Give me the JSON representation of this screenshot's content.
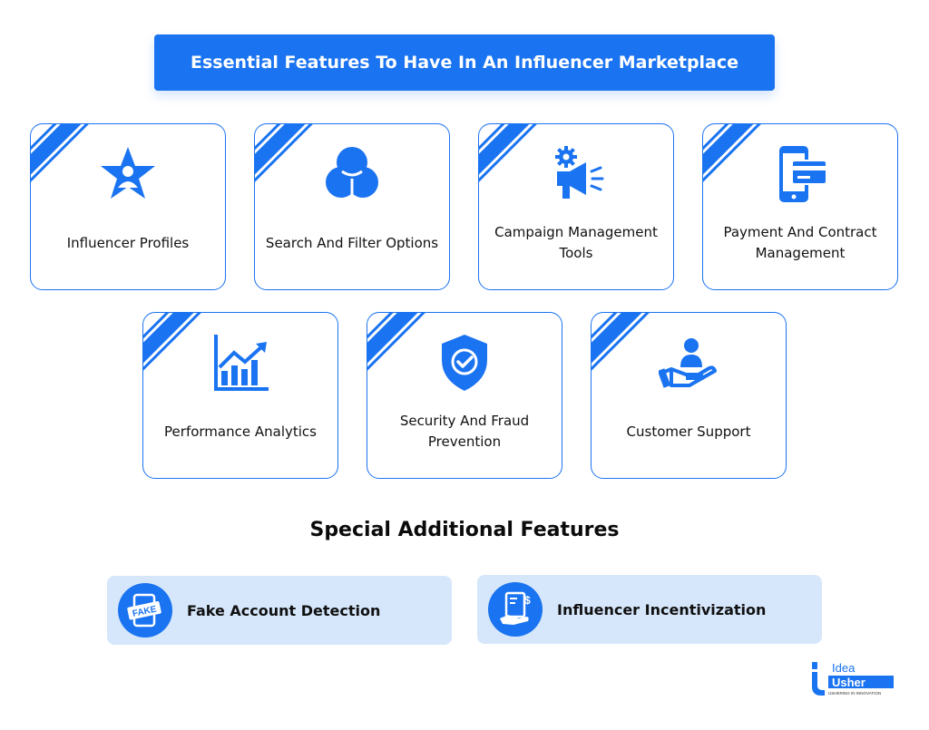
{
  "title": "Essential Features To Have In An Influencer Marketplace",
  "features": [
    {
      "lines": [
        "Influencer Profiles"
      ],
      "icon": "star-person-icon"
    },
    {
      "lines": [
        "Search And Filter Options"
      ],
      "icon": "venn-circles-icon"
    },
    {
      "lines": [
        "Campaign Management",
        "Tools"
      ],
      "icon": "gear-megaphone-icon"
    },
    {
      "lines": [
        "Payment And Contract",
        "Management"
      ],
      "icon": "phone-card-icon"
    },
    {
      "lines": [
        "Performance Analytics"
      ],
      "icon": "bar-chart-icon"
    },
    {
      "lines": [
        "Security And Fraud",
        "Prevention"
      ],
      "icon": "shield-check-icon"
    },
    {
      "lines": [
        "Customer Support"
      ],
      "icon": "hand-person-icon"
    }
  ],
  "special_title": "Special Additional Features",
  "special": [
    {
      "label": "Fake Account Detection",
      "icon": "fake-badge-icon",
      "badge_text": "FAKE"
    },
    {
      "label": "Influencer Incentivization",
      "icon": "money-hand-icon"
    }
  ],
  "logo": {
    "line1": "Idea",
    "line2": "Usher",
    "tagline": "USHERING IN INNOVATION"
  },
  "colors": {
    "primary": "#1a73f0",
    "light": "#d6e7fb"
  }
}
